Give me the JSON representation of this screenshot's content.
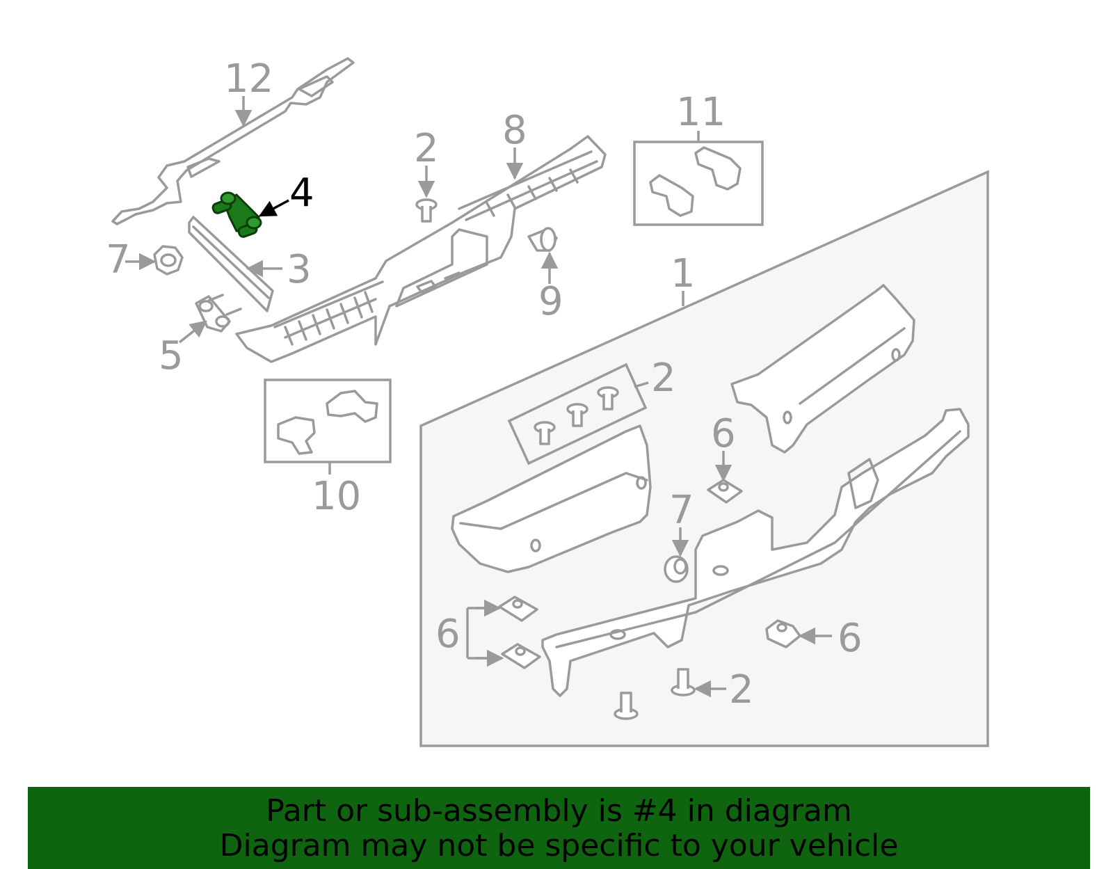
{
  "callouts": {
    "c1": "1",
    "c2a": "2",
    "c2b": "2",
    "c2c": "2",
    "c3": "3",
    "c4": "4",
    "c5": "5",
    "c6a": "6",
    "c6b": "6",
    "c6c": "6",
    "c7a": "7",
    "c7b": "7",
    "c8": "8",
    "c9": "9",
    "c10": "10",
    "c11": "11",
    "c12": "12"
  },
  "highlight": {
    "part": "4",
    "color": "#1a7a1a"
  },
  "banner": {
    "line1": "Part or sub-assembly is #4 in diagram",
    "line2": "Diagram may not be specific to your vehicle",
    "background": "#0f6410"
  }
}
